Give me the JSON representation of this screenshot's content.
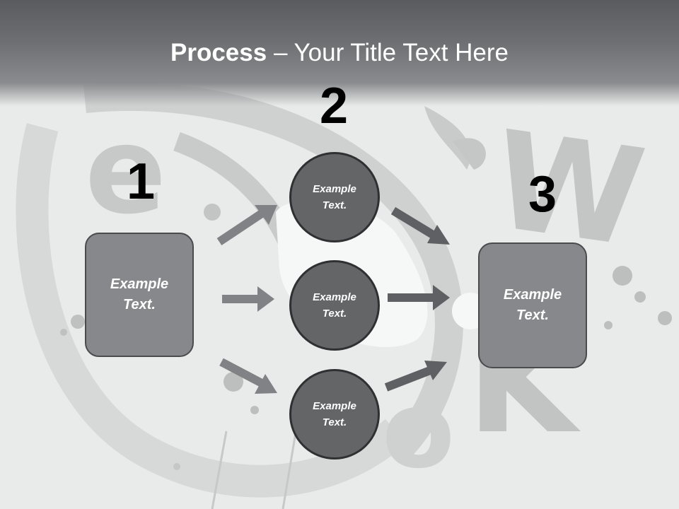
{
  "slide": {
    "title_bold": "Process",
    "title_rest": " – Your Title Text Here",
    "step_numbers": [
      "1",
      "2",
      "3"
    ],
    "left_box_label": "Example\nText.",
    "right_box_label": "Example\nText.",
    "circles": [
      {
        "label": "Example\nText."
      },
      {
        "label": "Example\nText."
      },
      {
        "label": "Example\nText."
      }
    ]
  },
  "colors": {
    "header": "#6e6f72",
    "box_fill": "#87888b",
    "circle_fill": "#646567",
    "arrow_left": "#818285",
    "arrow_right": "#5f6063",
    "background": "#e9ebea"
  }
}
